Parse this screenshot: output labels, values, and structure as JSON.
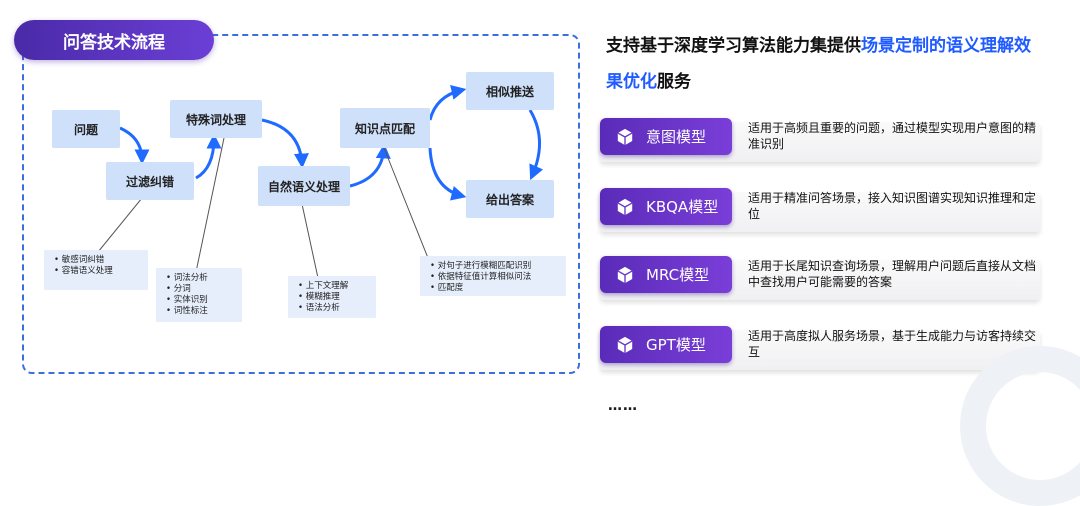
{
  "left": {
    "title": "问答技术流程",
    "nodes": {
      "wenti": "问题",
      "guolv": "过滤纠错",
      "teshu": "特殊词处理",
      "ziran": "自然语义处理",
      "zhishi": "知识点匹配",
      "xiangsi": "相似推送",
      "daan": "给出答案"
    },
    "notes": {
      "guolv": [
        "敏感词纠错",
        "容错语义处理"
      ],
      "teshu": [
        "词法分析",
        "分词",
        "实体识别",
        "词性标注"
      ],
      "ziran": [
        "上下文理解",
        "模糊推理",
        "语法分析"
      ],
      "zhishi": [
        "对句子进行模糊匹配识别",
        "依据特征值计算相似问法",
        "匹配度"
      ]
    }
  },
  "right": {
    "headline_pre": "支持基于深度学习算法能力集提供",
    "headline_hl": "场景定制的语义理解效果优化",
    "headline_post": "服务",
    "models": [
      {
        "name": "意图模型",
        "desc": "适用于高频且重要的问题，通过模型实现用户意图的精准识别"
      },
      {
        "name": "KBQA模型",
        "desc": "适用于精准问答场景，接入知识图谱实现知识推理和定位"
      },
      {
        "name": "MRC模型",
        "desc": "适用于长尾知识查询场景，理解用户问题后直接从文档中查找用户可能需要的答案"
      },
      {
        "name": "GPT模型",
        "desc": "适用于高度拟人服务场景，基于生成能力与访客持续交互"
      }
    ],
    "ellipsis": "……"
  },
  "colors": {
    "accent": "#1f5bff",
    "purple": "#5a2bb8",
    "node": "#cfe0fb",
    "arrow": "#1f6bff"
  }
}
